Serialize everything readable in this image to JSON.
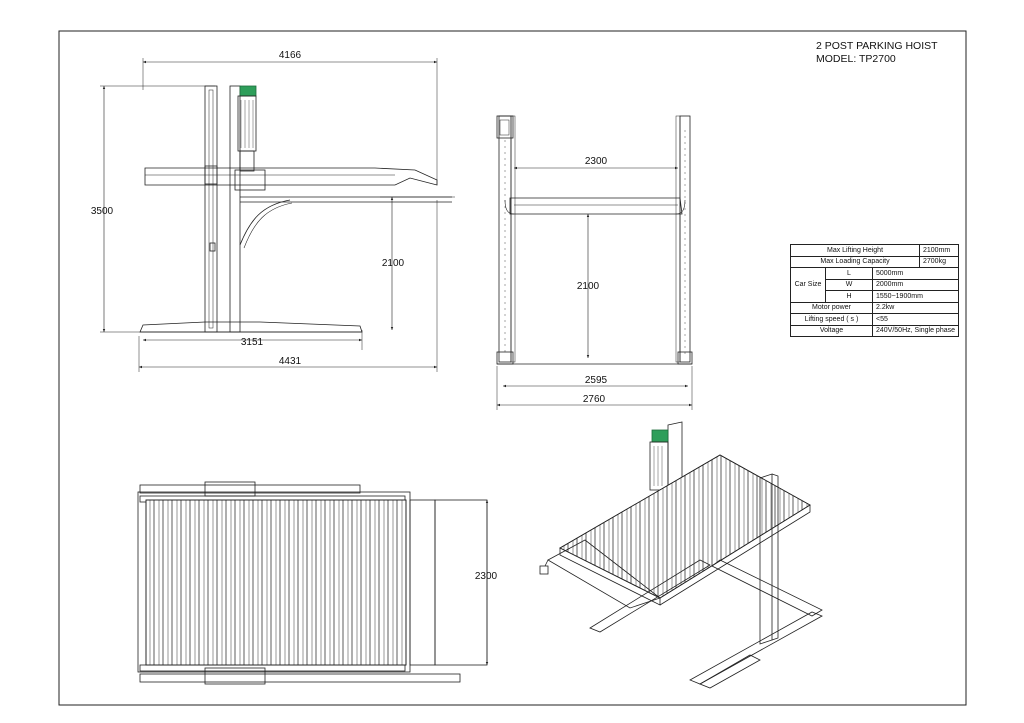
{
  "title": {
    "line1": "2 POST PARKING HOIST",
    "line2": "MODEL:  TP2700"
  },
  "dimensions": {
    "side_width_top": "4166",
    "side_height": "3500",
    "side_lift_height": "2100",
    "side_base": "3151",
    "side_total": "4431",
    "front_platform": "2300",
    "front_lift_height": "2100",
    "front_inner": "2595",
    "front_outer": "2760",
    "top_width": "2300"
  },
  "specs": {
    "max_lifting_height_label": "Max Lifting Height",
    "max_lifting_height_value": "2100mm",
    "max_loading_capacity_label": "Max Loading Capacity",
    "max_loading_capacity_value": "2700kg",
    "car_size_label": "Car Size",
    "l_label": "L",
    "l_value": "5000mm",
    "w_label": "W",
    "w_value": "2000mm",
    "h_label": "H",
    "h_value": "1550~1900mm",
    "motor_power_label": "Motor power",
    "motor_power_value": "2.2kw",
    "lifting_speed_label": "Lifting speed ( s )",
    "lifting_speed_value": "<55",
    "voltage_label": "Voltage",
    "voltage_value": "240V/50Hz, Single phase"
  },
  "colors": {
    "line": "#222222",
    "motor_accent": "#2e9e5a"
  }
}
